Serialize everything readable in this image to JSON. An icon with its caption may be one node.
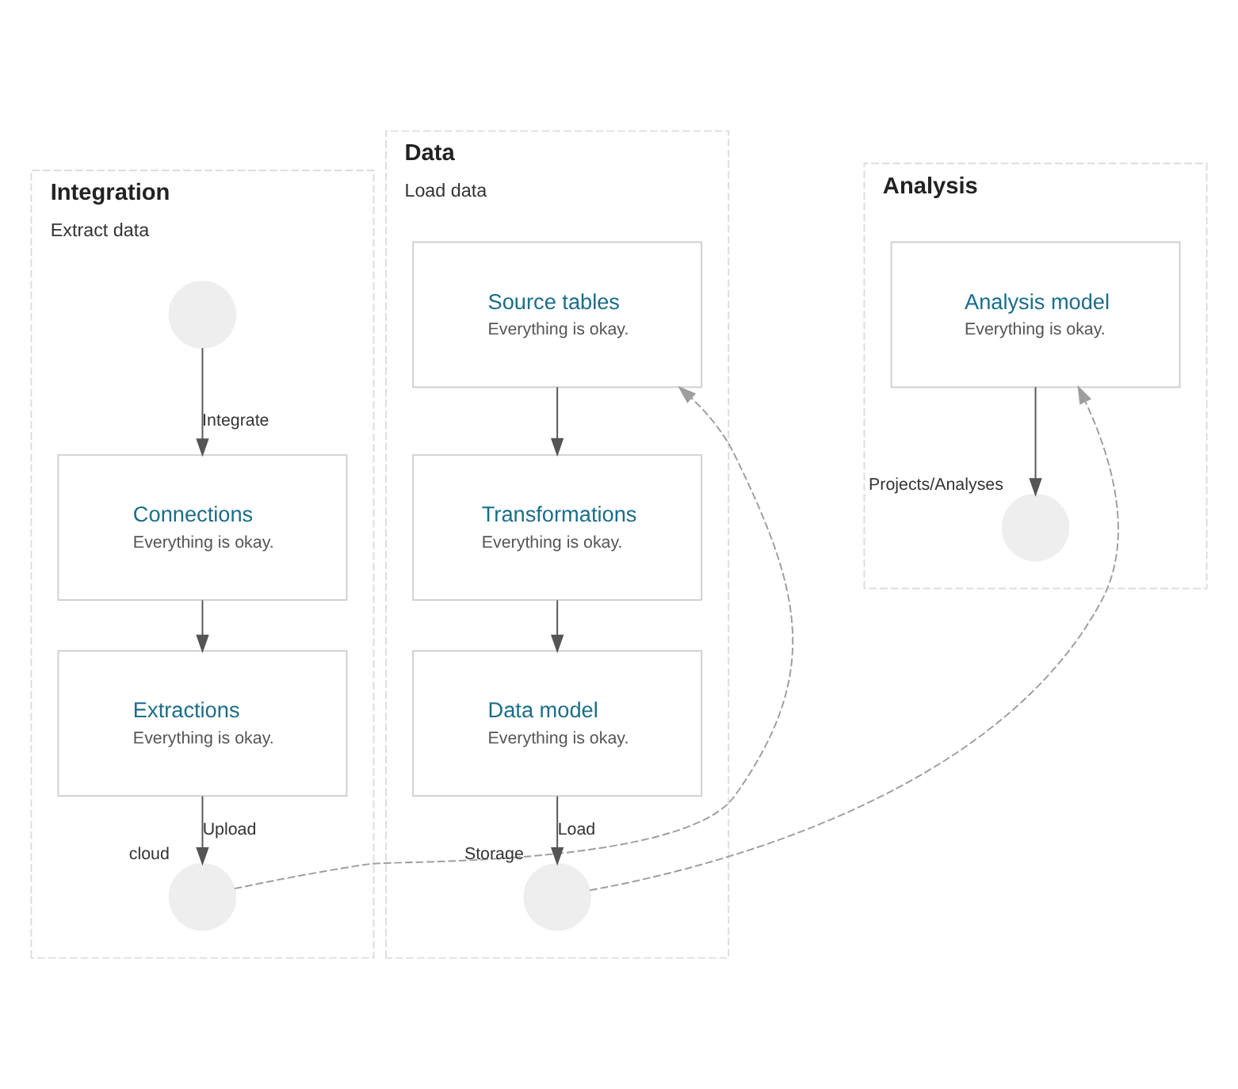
{
  "diagram": {
    "nodes": [
      {
        "text": [
          "Integration",
          "Extract data"
        ]
      },
      {
        "text": [],
        "shape": "circle",
        "in": 0
      },
      {
        "text": [
          "Connections",
          "Everything is okay."
        ],
        "in": 0
      },
      {
        "text": [
          "Extractions",
          "Everything is okay."
        ],
        "in": 0
      },
      {
        "text": [],
        "shape": "circle",
        "beside": [
          "cloud"
        ],
        "in": 0
      },
      {
        "text": [
          "Data",
          "Load data"
        ]
      },
      {
        "text": [
          "Source tables",
          "Everything is okay."
        ],
        "in": 5
      },
      {
        "text": [
          "Transformations",
          "Everything is okay."
        ],
        "in": 5
      },
      {
        "text": [
          "Data model",
          "Everything is okay."
        ],
        "in": 5
      },
      {
        "text": [],
        "shape": "circle",
        "beside": [
          "Storage"
        ],
        "in": 5
      },
      {
        "text": [
          "Analysis"
        ]
      },
      {
        "text": [
          "Analysis model",
          "Everything is okay."
        ],
        "in": 10
      },
      {
        "text": [],
        "shape": "circle",
        "beside": [
          "Projects/Analyses"
        ],
        "in": 10
      }
    ],
    "edges": [
      {
        "from": 1,
        "to": 2,
        "arrow": "to",
        "label": "Integrate"
      },
      {
        "from": 2,
        "to": 3,
        "arrow": "to"
      },
      {
        "from": 3,
        "to": 4,
        "arrow": "to",
        "label": "Upload"
      },
      {
        "from": 4,
        "to": 6,
        "arrow": "to",
        "style": "dashed",
        "color": "#9e9e9e"
      },
      {
        "from": 6,
        "to": 7,
        "arrow": "to"
      },
      {
        "from": 7,
        "to": 8,
        "arrow": "to"
      },
      {
        "from": 8,
        "to": 9,
        "arrow": "to",
        "label": "Load"
      },
      {
        "from": 9,
        "to": 11,
        "arrow": "to",
        "style": "dashed",
        "color": "#9e9e9e"
      },
      {
        "from": 11,
        "to": 12,
        "arrow": "to"
      }
    ]
  }
}
